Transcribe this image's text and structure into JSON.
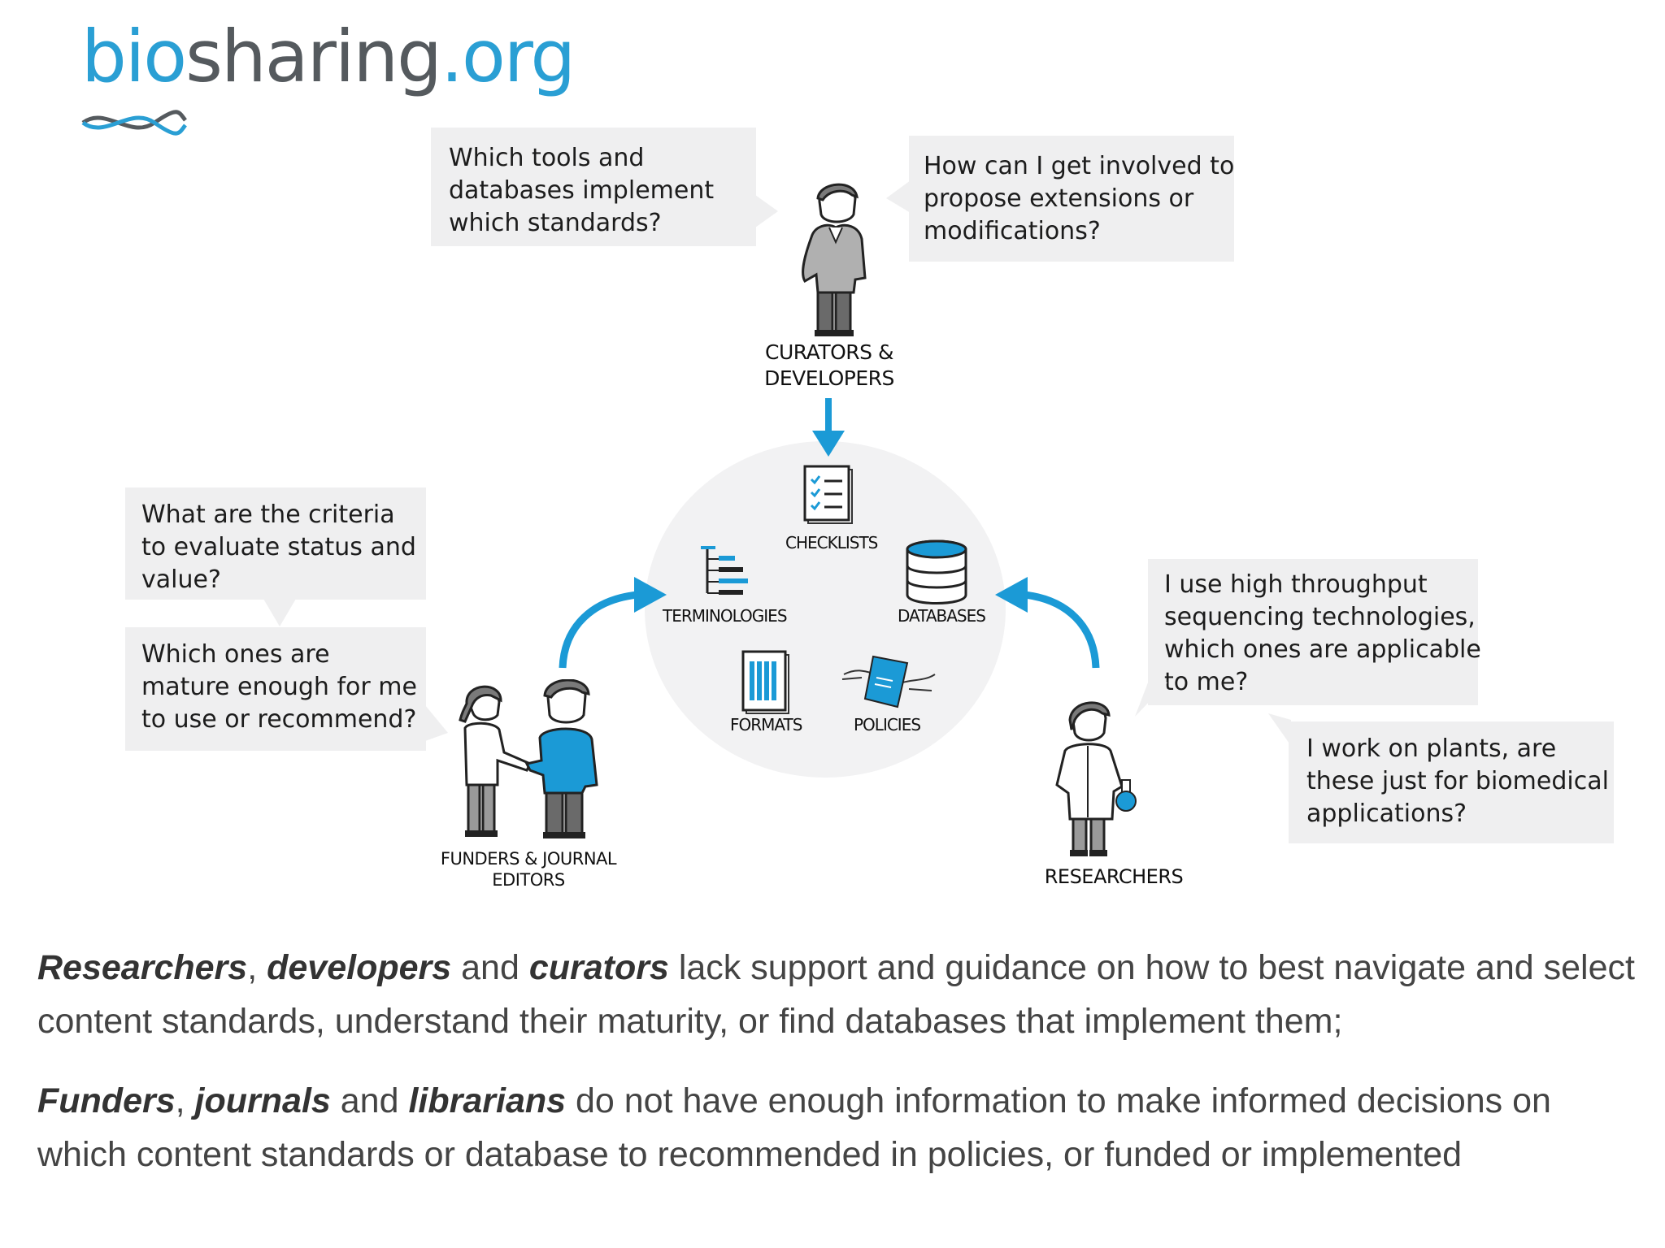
{
  "logo": {
    "bio": "bio",
    "sharing": "sharing",
    "org": ".org"
  },
  "bubbles": {
    "tools": [
      "Which tools and",
      "databases implement",
      "which standards?"
    ],
    "involved": [
      "How can I get involved to",
      "propose extensions or",
      "modifications?"
    ],
    "criteria": [
      "What are the criteria",
      "to evaluate status and",
      "value?"
    ],
    "mature": [
      "Which ones are",
      "mature enough for me",
      "to use or recommend?"
    ],
    "throughput": [
      "I use high throughput",
      "sequencing technologies,",
      "which ones are applicable",
      "to me?"
    ],
    "plants": [
      "I work on plants, are",
      "these just for biomedical",
      "applications?"
    ]
  },
  "people": {
    "curators": [
      "CURATORS &",
      "DEVELOPERS"
    ],
    "funders": [
      "FUNDERS & JOURNAL",
      "EDITORS"
    ],
    "researchers": [
      "RESEARCHERS"
    ]
  },
  "standards": {
    "checklists": "CHECKLISTS",
    "terminologies": "TERMINOLOGIES",
    "databases": "DATABASES",
    "formats": "FORMATS",
    "policies": "POLICIES"
  },
  "paragraphs": {
    "p1": {
      "em1": "Researchers",
      "sep1": ", ",
      "em2": "developers",
      "sep2": " and ",
      "em3": "curators",
      "rest": " lack support and guidance on how to best navigate and select content standards, understand their maturity, or find databases that implement them;"
    },
    "p2": {
      "em1": "Funders",
      "sep1": ", ",
      "em2": "journals",
      "sep2": " and ",
      "em3": "librarians",
      "rest": " do not have enough information to make informed decisions on which content standards or database to recommended in policies, or funded or implemented"
    }
  },
  "colors": {
    "accent": "#2a9fd4",
    "bubble": "#efeff0",
    "circle": "#f2f2f3",
    "text": "#444444"
  }
}
